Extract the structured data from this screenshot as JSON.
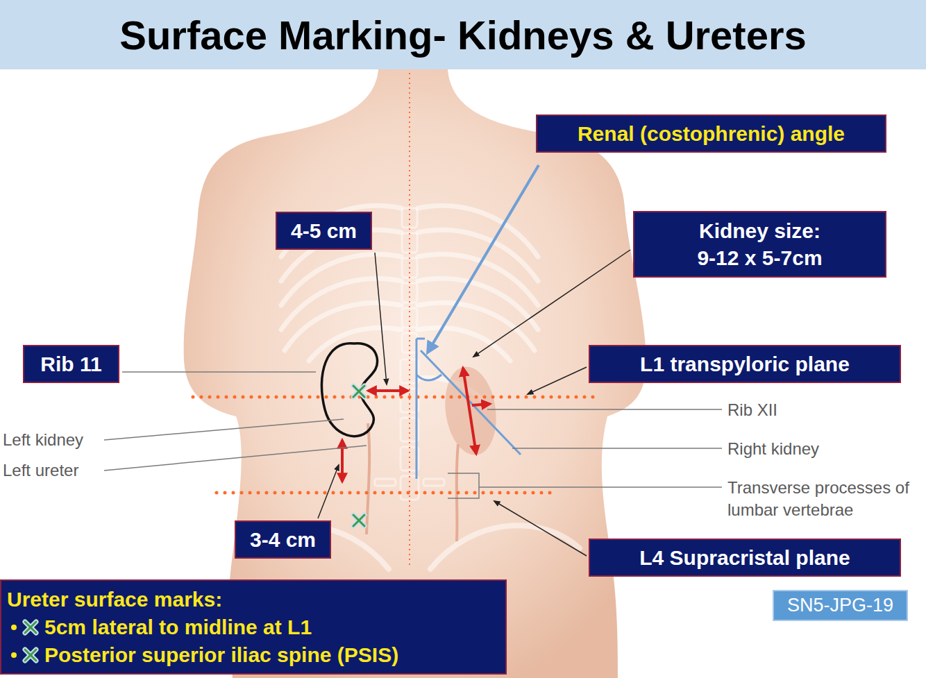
{
  "diagram": {
    "title": "Surface Marking- Kidneys & Ureters",
    "nodes": [
      {
        "text": [
          "Renal (costophrenic) angle"
        ]
      },
      {
        "text": [
          "4-5 cm"
        ]
      },
      {
        "text": [
          "Kidney size:",
          "9-12 x 5-7cm"
        ]
      },
      {
        "text": [
          "Rib 11"
        ]
      },
      {
        "text": [
          "L1 transpyloric plane"
        ]
      },
      {
        "text": [
          "3-4 cm"
        ]
      },
      {
        "text": [
          "L4 Supracristal plane"
        ]
      },
      {
        "text": [
          "Ureter surface marks:",
          "5cm lateral to midline at L1",
          "Posterior superior iliac spine (PSIS)"
        ]
      },
      {
        "text": [
          "SN5-JPG-19"
        ]
      }
    ],
    "labels": [
      "Rib XII",
      "Left kidney",
      "Right kidney",
      "Left ureter",
      "Transverse processes of lumbar vertebrae"
    ]
  }
}
